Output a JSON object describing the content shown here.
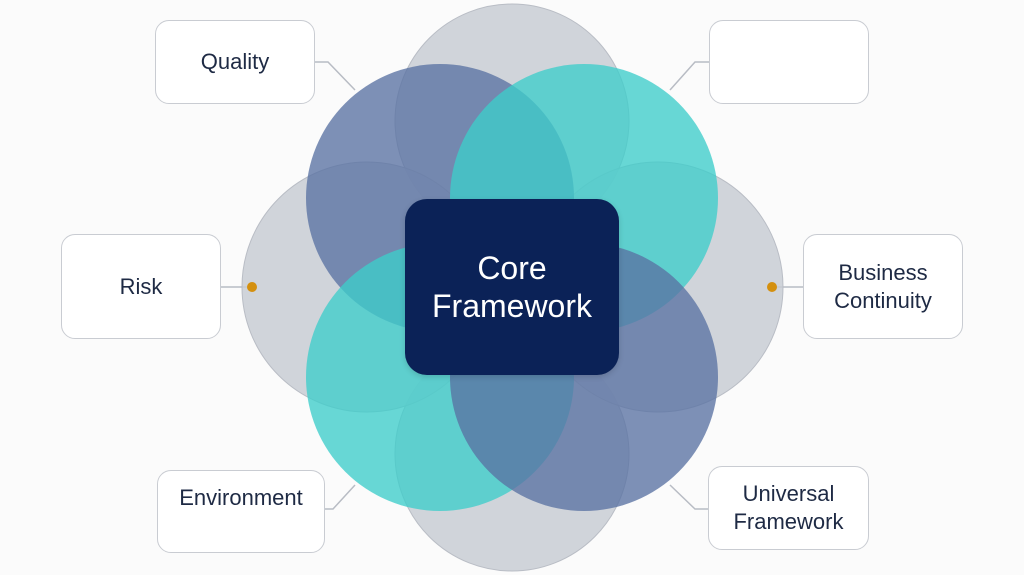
{
  "diagram": {
    "type": "overlapping-circles-framework",
    "center": {
      "title_line1": "Core",
      "title_line2": "Framework",
      "color": "#0b2257",
      "text_color": "#ffffff"
    },
    "labels": {
      "quality": "Quality",
      "blank_top_right": "",
      "risk": "Risk",
      "business_line1": "Business",
      "business_line2": "Continuity",
      "environment": "Environment",
      "universal_line1": "Universal",
      "universal_line2": "Framework"
    },
    "circles": [
      {
        "name": "top-gray",
        "color": "#c8ccd4"
      },
      {
        "name": "bottom-gray",
        "color": "#c8ccd4"
      },
      {
        "name": "left-gray",
        "color": "#c8ccd4"
      },
      {
        "name": "right-gray",
        "color": "#c8ccd4"
      },
      {
        "name": "top-left-blue",
        "color": "#5a72a3"
      },
      {
        "name": "top-right-teal",
        "color": "#3ecdca"
      },
      {
        "name": "bottom-left-teal",
        "color": "#3ecdca"
      },
      {
        "name": "bottom-right-blue",
        "color": "#5a72a3"
      }
    ],
    "connector_color": "#b8bcc4",
    "dot_color": "#d4900f",
    "label_border_color": "#c9ccd2",
    "label_text_color": "#1e2a44"
  }
}
